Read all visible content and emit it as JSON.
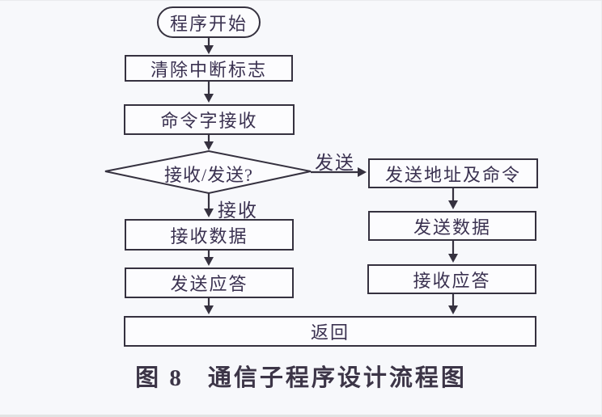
{
  "diagram": {
    "nodes": {
      "start": {
        "label": "程序开始",
        "shape": "terminator"
      },
      "clear_interrupt_flag": {
        "label": "清除中断标志",
        "shape": "process"
      },
      "command_word_receive": {
        "label": "命令字接收",
        "shape": "process"
      },
      "receive_or_send": {
        "label": "接收/发送?",
        "shape": "decision"
      },
      "send_address_and_command": {
        "label": "发送地址及命令",
        "shape": "process"
      },
      "receive_data": {
        "label": "接收数据",
        "shape": "process"
      },
      "send_data": {
        "label": "发送数据",
        "shape": "process"
      },
      "send_ack": {
        "label": "发送应答",
        "shape": "process"
      },
      "receive_ack": {
        "label": "接收应答",
        "shape": "process"
      },
      "return": {
        "label": "返回",
        "shape": "process"
      }
    },
    "branch_labels": {
      "send": "发送",
      "receive": "接收"
    },
    "caption": {
      "figure_label": "图 8",
      "title": "通信子程序设计流程图"
    }
  },
  "colors": {
    "line": "#35313f",
    "text": "#3a3150",
    "background": "#f7f8fb",
    "node_fill": "#fcfcfe"
  }
}
